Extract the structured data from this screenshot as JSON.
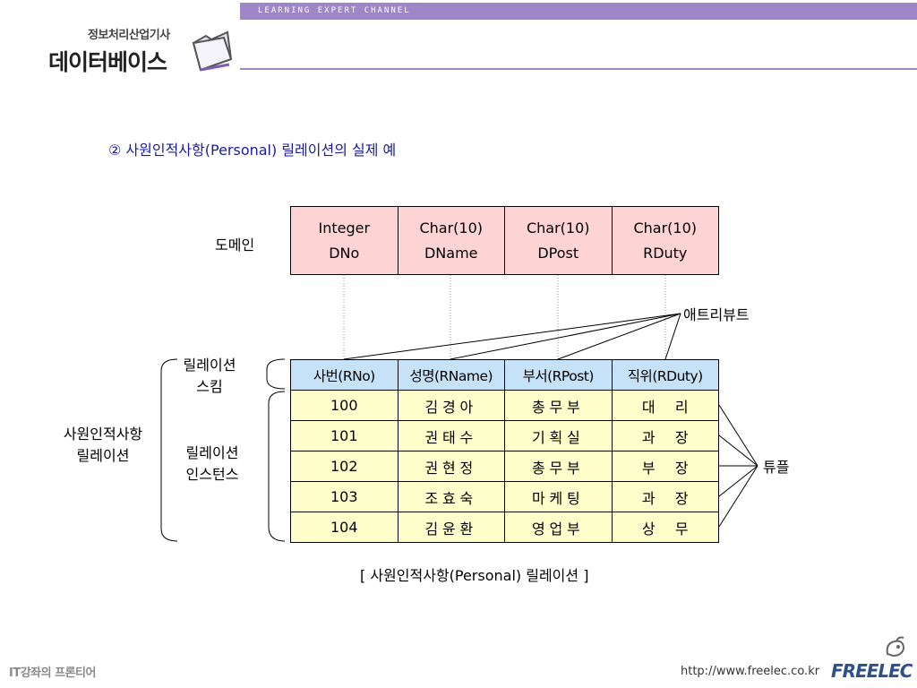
{
  "header": {
    "bar_text": "LEARNING EXPERT CHANNEL",
    "subject_small": "정보처리산업기사",
    "subject_large": "데이터베이스"
  },
  "heading": "② 사원인적사항(Personal) 릴레이션의 실제 예",
  "domain_label": "도메인",
  "domain_row": [
    {
      "type": "Integer",
      "name": "DNo"
    },
    {
      "type": "Char(10)",
      "name": "DName"
    },
    {
      "type": "Char(10)",
      "name": "DPost"
    },
    {
      "type": "Char(10)",
      "name": "RDuty"
    }
  ],
  "labels": {
    "attribute": "애트리뷰트",
    "schema_line1": "릴레이션",
    "schema_line2": "스킴",
    "instance_line1": "릴레이션",
    "instance_line2": "인스턴스",
    "relation_line1": "사원인적사항",
    "relation_line2": "릴레이션",
    "tuple": "튜플"
  },
  "relation_table": {
    "headers": [
      "사번(RNo)",
      "성명(RName)",
      "부서(RPost)",
      "직위(RDuty)"
    ],
    "rows": [
      [
        "100",
        "김경아",
        "총무부",
        "대리"
      ],
      [
        "101",
        "권태수",
        "기획실",
        "과장"
      ],
      [
        "102",
        "권현정",
        "총무부",
        "부장"
      ],
      [
        "103",
        "조효숙",
        "마케팅",
        "과장"
      ],
      [
        "104",
        "김윤환",
        "영업부",
        "상무"
      ]
    ]
  },
  "caption": "[ 사원인적사항(Personal) 릴레이션 ]",
  "footer": {
    "left": "IT강좌의 프론티어",
    "url": "http://www.freelec.co.kr",
    "brand": "FREELEC"
  },
  "colors": {
    "accent": "#9f86c9",
    "heading": "#1a1aa6",
    "domain_fill": "#fdd3d3",
    "header_fill": "#c5e2f8",
    "row_fill": "#ffffcc",
    "brand": "#2f5089"
  }
}
